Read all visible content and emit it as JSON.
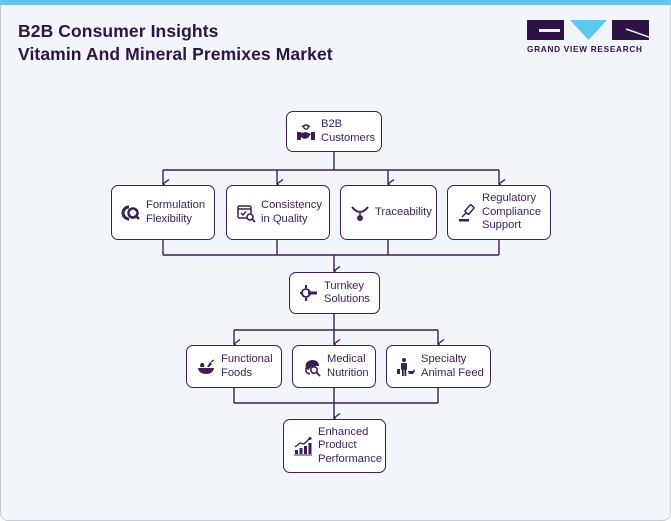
{
  "header": {
    "title_line1": "B2B Consumer Insights",
    "title_line2": "Vitamin And Mineral Premixes Market"
  },
  "logo": {
    "text": "GRAND VIEW RESEARCH",
    "icon": "gvr-logo-icon",
    "colors": {
      "dark": "#2d1346",
      "accent": "#5cc8f2"
    }
  },
  "colors": {
    "background": "#f2f5f9",
    "top_bar": "#6cc4ec",
    "node_border": "#3d1f52",
    "text": "#3d1f52"
  },
  "diagram": {
    "root": {
      "icon": "handshake-eye-icon",
      "lines": [
        "B2B",
        "Customers"
      ]
    },
    "level1": [
      {
        "icon": "formulation-icon",
        "lines": [
          "Formulation",
          "Flexibility"
        ]
      },
      {
        "icon": "quality-check-icon",
        "lines": [
          "Consistency",
          "in Quality"
        ]
      },
      {
        "icon": "traceability-icon",
        "lines": [
          "Traceability"
        ]
      },
      {
        "icon": "gavel-icon",
        "lines": [
          "Regulatory",
          "Compliance",
          "Support"
        ]
      }
    ],
    "hub": {
      "icon": "turnkey-icon",
      "lines": [
        "Turnkey",
        "Solutions"
      ]
    },
    "level2": [
      {
        "icon": "food-bowl-icon",
        "lines": [
          "Functional",
          "Foods"
        ]
      },
      {
        "icon": "medical-search-icon",
        "lines": [
          "Medical",
          "Nutrition"
        ]
      },
      {
        "icon": "animal-feed-icon",
        "lines": [
          "Specialty",
          "Animal Feed"
        ]
      }
    ],
    "outcome": {
      "icon": "growth-chart-icon",
      "lines": [
        "Enhanced",
        "Product",
        "Performance"
      ]
    }
  }
}
